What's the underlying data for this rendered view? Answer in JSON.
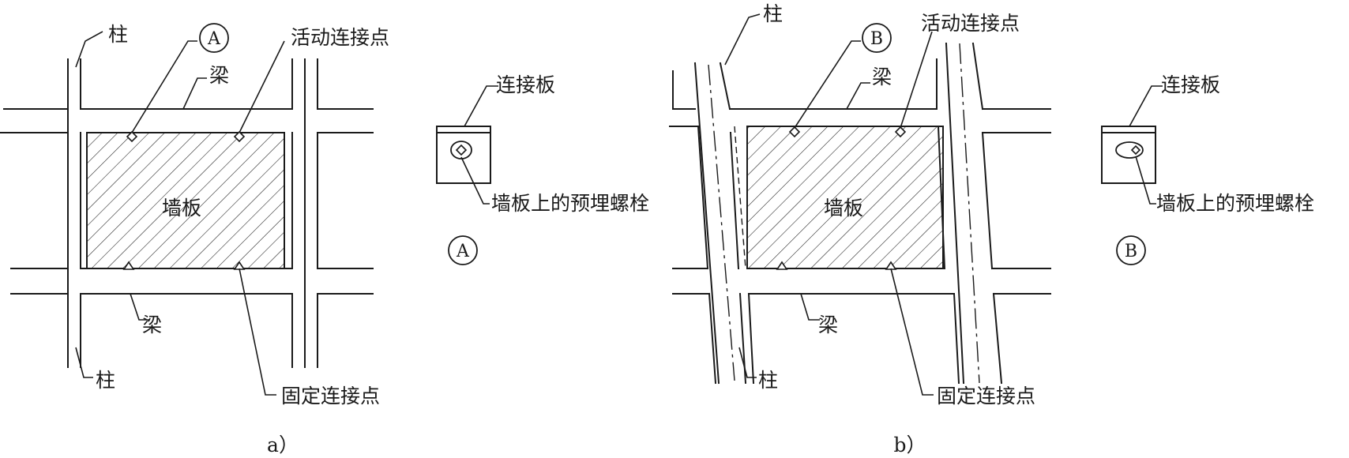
{
  "colors": {
    "ink": "#1a1a1a",
    "background": "#ffffff"
  },
  "figure_a": {
    "caption": "a）",
    "column_top_label": "柱",
    "column_bottom_label": "柱",
    "beam_top_label": "梁",
    "beam_bottom_label": "梁",
    "panel_label": "墙板",
    "movable_point_label": "活动连接点",
    "fixed_point_label": "固定连接点",
    "detail_callout": "A",
    "detail": {
      "plate_label": "连接板",
      "bolt_label": "墙板上的预埋螺栓",
      "detail_id": "A"
    }
  },
  "figure_b": {
    "caption": "b）",
    "column_top_label": "柱",
    "column_bottom_label": "柱",
    "beam_top_label": "梁",
    "beam_bottom_label": "梁",
    "panel_label": "墙板",
    "movable_point_label": "活动连接点",
    "fixed_point_label": "固定连接点",
    "detail_callout": "B",
    "detail": {
      "plate_label": "连接板",
      "bolt_label": "墙板上的预埋螺栓",
      "detail_id": "B"
    }
  }
}
